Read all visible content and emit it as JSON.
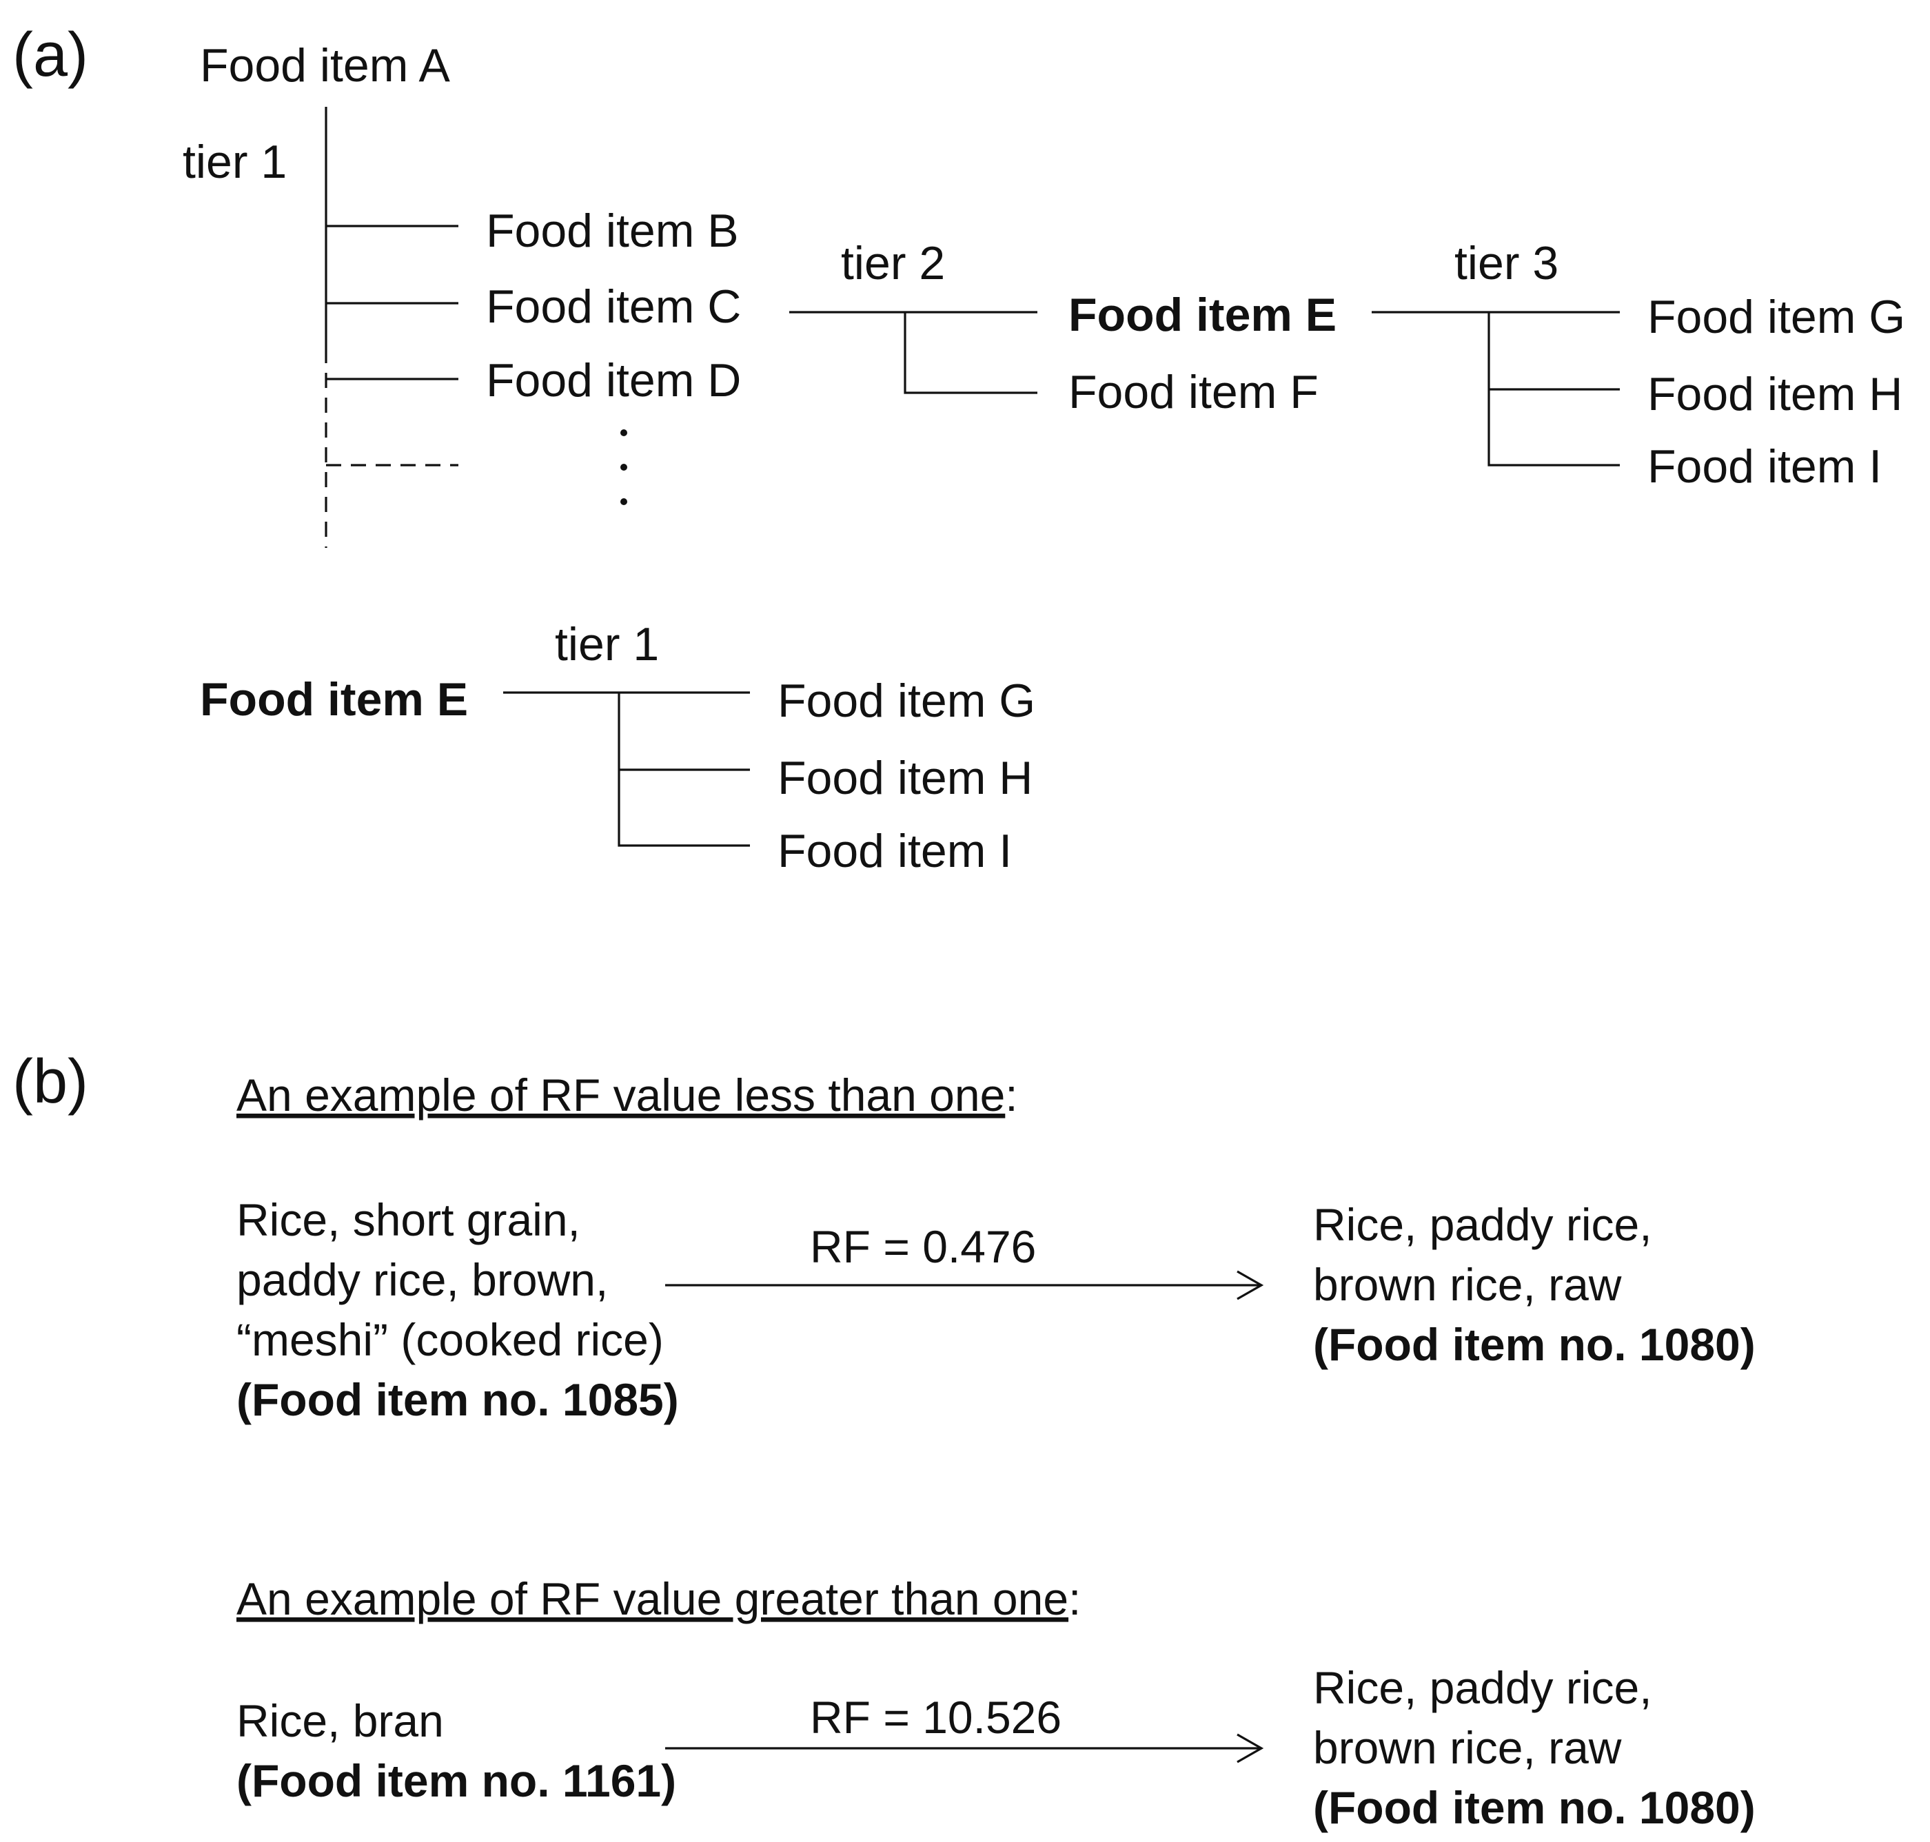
{
  "panel_a": {
    "label": "(a)",
    "tree1": {
      "root": "Food item A",
      "tier1_label": "tier 1",
      "children": [
        "Food item B",
        "Food item C",
        "Food item D"
      ],
      "tier2_label": "tier 2",
      "c_children": [
        "Food item E",
        "Food item F"
      ],
      "tier3_label": "tier 3",
      "e_children": [
        "Food item G",
        "Food item H",
        "Food item I"
      ]
    },
    "tree2": {
      "root": "Food item E",
      "tier1_label": "tier 1",
      "children": [
        "Food item G",
        "Food item H",
        "Food item I"
      ]
    }
  },
  "panel_b": {
    "label": "(b)",
    "example1": {
      "heading": "An example of RF value less than one",
      "heading_colon": ":",
      "source_lines": [
        "Rice, short grain,",
        "paddy rice, brown,",
        "“meshi” (cooked rice)"
      ],
      "source_id": "(Food item no. 1085)",
      "rf": "RF = 0.476",
      "target_lines": [
        "Rice, paddy rice,",
        "brown rice, raw"
      ],
      "target_id": "(Food item no. 1080)"
    },
    "example2": {
      "heading": "An example of RF value greater than one",
      "heading_colon": ":",
      "source_lines": [
        "Rice, bran"
      ],
      "source_id": "(Food item no. 1161)",
      "rf": "RF = 10.526",
      "target_lines": [
        "Rice, paddy rice,",
        "brown rice, raw"
      ],
      "target_id": "(Food item no. 1080)"
    }
  }
}
